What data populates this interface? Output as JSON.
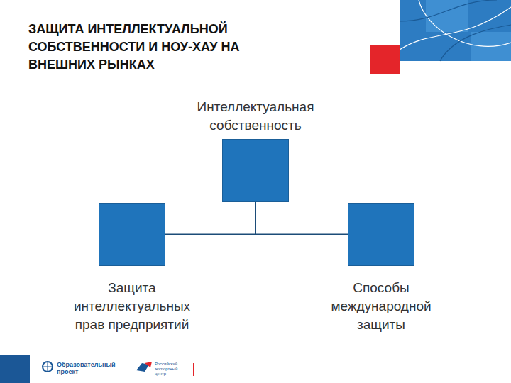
{
  "diagram": {
    "title": "ЗАЩИТА ИНТЕЛЛЕКТУАЛЬНОЙ СОБСТВЕННОСТИ И НОУ-ХАУ НА ВНЕШНИХ РЫНКАХ",
    "nodes": [
      {
        "text": [
          "Интеллектуальная собственность"
        ]
      },
      {
        "text": [
          "Защита интеллектуальных прав предприятий"
        ]
      },
      {
        "text": [
          "Способы международной защиты"
        ]
      }
    ],
    "edges": [
      {
        "from": 0,
        "to": 1,
        "arrow": "none"
      },
      {
        "from": 0,
        "to": 2,
        "arrow": "none"
      }
    ],
    "labels": [
      "Образовательный проект",
      "Российский экспортный центр"
    ]
  }
}
